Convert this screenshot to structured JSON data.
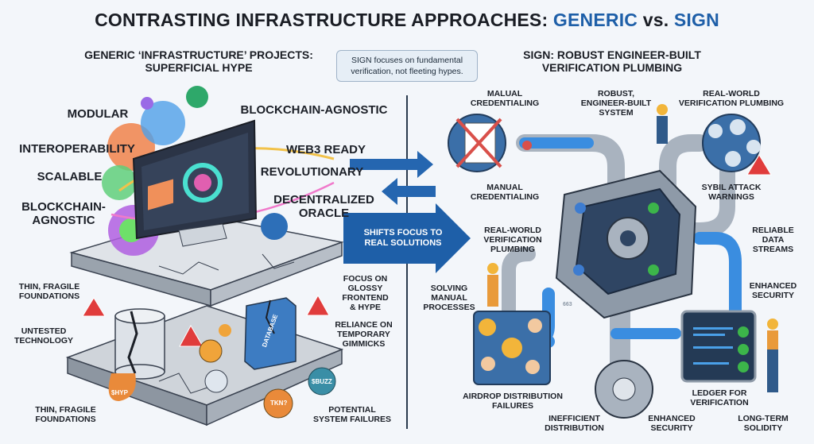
{
  "title": {
    "prefix": "CONTRASTING INFRASTRUCTURE APPROACHES: ",
    "generic": "GENERIC",
    "vs": " vs. ",
    "sign": "SIGN"
  },
  "colors": {
    "accent_blue": "#1e5fa8",
    "warning_red": "#e03c3c",
    "check_green": "#3cb54a",
    "pipe_gray": "#a9b3bf"
  },
  "left": {
    "heading": "GENERIC ‘INFRASTRUCTURE’ PROJECTS:\nSUPERFICIAL HYPE",
    "buzzwords": [
      "MODULAR",
      "INTEROPERABILITY",
      "SCALABLE",
      "BLOCKCHAIN-\nAGNOSTIC",
      "BLOCKCHAIN-AGNOSTIC",
      "WEB3 READY",
      "REVOLUTIONARY",
      "DECENTRALIZED\nORACLE"
    ],
    "labels": [
      "THIN, FRAGILE\nFOUNDATIONS",
      "UNTESTED\nTECHNOLOGY",
      "THIN, FRAGILE\nFOUNDATIONS",
      "FOCUS ON\nGLOSSY\nFRONTEND\n& HYPE",
      "RELIANCE ON\nTEMPORARY\nGIMMICKS",
      "POTENTIAL\nSYSTEM FAILURES"
    ],
    "database_label": "DATABASE",
    "coins": [
      "$HYP",
      "TKN?",
      "$BUZZ"
    ]
  },
  "center": {
    "callout": "SIGN focuses on fundamental\nverification, not fleeting hypes.",
    "arrow_label": "SHIFTS FOCUS TO\nREAL SOLUTIONS"
  },
  "right": {
    "heading": "SIGN: ROBUST ENGINEER-BUILT\nVERIFICATION PLUMBING",
    "labels": [
      "MALUAL\nCREDENTIALING",
      "ROBUST,\nENGINEER-BUILT\nSYSTEM",
      "REAL-WORLD\nVERIFICATION PLUMBING",
      "MANUAL\nCREDENTIALING",
      "SYBIL ATTACK\nWARNINGS",
      "REAL-WORLD\nVERIFICATION\nPLUMBING",
      "RELIABLE\nDATA\nSTREAMS",
      "SOLVING\nMANUAL\nPROCESSES",
      "ENHANCED\nSECURITY",
      "AIRDROP DISTRIBUTION\nFAILURES",
      "INEFFICIENT\nDISTRIBUTION",
      "LEDGER FOR\nVERIFICATION",
      "ENHANCED\nSECURITY",
      "LONG-TERM\nSOLIDITY"
    ],
    "chart_number": "663"
  }
}
